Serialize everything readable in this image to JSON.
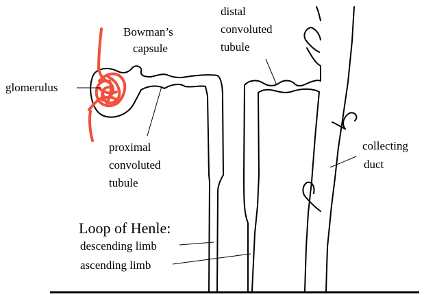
{
  "labels": {
    "glomerulus": "glomerulus",
    "bowmans": [
      "Bowman’s",
      "capsule"
    ],
    "proximal": [
      "proximal",
      "convoluted",
      "tubule"
    ],
    "distal": [
      "distal",
      "convoluted",
      "tubule"
    ],
    "collecting": [
      "collecting",
      "duct"
    ],
    "loop_title": "Loop of Henle:",
    "descending": "descending limb",
    "ascending": "ascending limb"
  },
  "colors": {
    "glomerulus": "#f0503c",
    "outline": "#000000"
  }
}
